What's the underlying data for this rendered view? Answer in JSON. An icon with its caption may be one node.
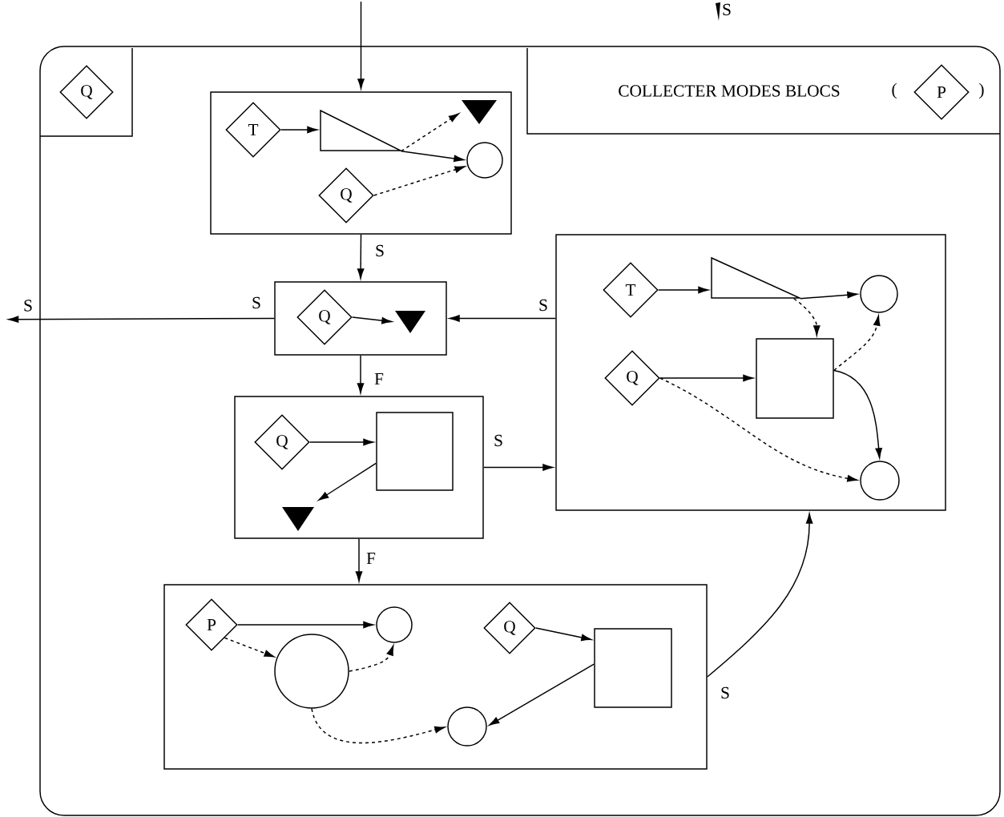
{
  "diagram": {
    "nodes": [
      {
        "text": [],
        "shape": "box"
      },
      {
        "text": [
          "Q"
        ],
        "in": 0
      },
      {
        "text": [
          "COLLECTER MODES BLOCS",
          "(",
          ")"
        ],
        "in": 0
      },
      {
        "text": [
          "P"
        ],
        "in": 2
      },
      {
        "text": [],
        "shape": "box",
        "in": 0
      },
      {
        "text": [
          "T"
        ],
        "in": 4
      },
      {
        "text": [],
        "shape": "triangle",
        "in": 4
      },
      {
        "text": [],
        "shape": "triangle",
        "in": 4
      },
      {
        "text": [],
        "shape": "circle",
        "in": 4
      },
      {
        "text": [
          "Q"
        ],
        "in": 4
      },
      {
        "text": [],
        "shape": "box",
        "in": 0
      },
      {
        "text": [
          "Q"
        ],
        "in": 10
      },
      {
        "text": [],
        "shape": "triangle",
        "in": 10
      },
      {
        "text": [],
        "shape": "box",
        "in": 0
      },
      {
        "text": [
          "Q"
        ],
        "in": 13
      },
      {
        "text": [],
        "shape": "box",
        "in": 13
      },
      {
        "text": [],
        "shape": "triangle",
        "in": 13
      },
      {
        "text": [],
        "shape": "box",
        "in": 0
      },
      {
        "text": [
          "P"
        ],
        "in": 17
      },
      {
        "text": [],
        "shape": "circle",
        "in": 17
      },
      {
        "text": [],
        "shape": "circle",
        "in": 17
      },
      {
        "text": [
          "Q"
        ],
        "in": 17
      },
      {
        "text": [],
        "shape": "box",
        "in": 17
      },
      {
        "text": [],
        "shape": "circle",
        "in": 17
      },
      {
        "text": [],
        "shape": "box",
        "in": 0
      },
      {
        "text": [
          "T"
        ],
        "in": 24
      },
      {
        "text": [],
        "shape": "triangle",
        "in": 24
      },
      {
        "text": [],
        "shape": "circle",
        "in": 24
      },
      {
        "text": [
          "Q"
        ],
        "in": 24
      },
      {
        "text": [],
        "shape": "box",
        "in": 24
      },
      {
        "text": [],
        "shape": "circle",
        "in": 24
      },
      {
        "text": [
          "S"
        ]
      }
    ],
    "edges": [
      {
        "from": null,
        "to": 4,
        "arrow": "to"
      },
      {
        "from": 4,
        "to": 10,
        "arrow": "to",
        "label": "S"
      },
      {
        "from": 10,
        "to": 31,
        "arrow": "to",
        "label": "S"
      },
      {
        "from": 24,
        "to": 10,
        "arrow": "to",
        "label": "S"
      },
      {
        "from": 10,
        "to": 13,
        "arrow": "to",
        "label": "F"
      },
      {
        "from": 13,
        "to": 24,
        "arrow": "to",
        "label": "S"
      },
      {
        "from": 13,
        "to": 17,
        "arrow": "to",
        "label": "F"
      },
      {
        "from": 17,
        "to": 24,
        "arrow": "to",
        "label": "S"
      },
      {
        "from": 5,
        "to": 6,
        "arrow": "to"
      },
      {
        "from": 6,
        "to": 7,
        "arrow": "to",
        "style": "dashed"
      },
      {
        "from": 6,
        "to": 8,
        "arrow": "to"
      },
      {
        "from": 9,
        "to": 8,
        "arrow": "to",
        "style": "dashed"
      },
      {
        "from": 11,
        "to": 12,
        "arrow": "to"
      },
      {
        "from": 14,
        "to": 15,
        "arrow": "to"
      },
      {
        "from": 15,
        "to": 16,
        "arrow": "to"
      },
      {
        "from": 18,
        "to": 19,
        "arrow": "to"
      },
      {
        "from": 18,
        "to": 20,
        "arrow": "to",
        "style": "dashed"
      },
      {
        "from": 20,
        "to": 19,
        "arrow": "to",
        "style": "dashed"
      },
      {
        "from": 21,
        "to": 22,
        "arrow": "to"
      },
      {
        "from": 22,
        "to": 23,
        "arrow": "to"
      },
      {
        "from": 20,
        "to": 23,
        "arrow": "to",
        "style": "dashed"
      },
      {
        "from": 25,
        "to": 26,
        "arrow": "to"
      },
      {
        "from": 26,
        "to": 27,
        "arrow": "to"
      },
      {
        "from": 26,
        "to": 29,
        "arrow": "to",
        "style": "dashed"
      },
      {
        "from": 29,
        "to": 27,
        "arrow": "to",
        "style": "dashed"
      },
      {
        "from": 28,
        "to": 29,
        "arrow": "to"
      },
      {
        "from": 28,
        "to": 30,
        "arrow": "to",
        "style": "dashed"
      },
      {
        "from": 29,
        "to": 30,
        "arrow": "to"
      }
    ],
    "labels": [
      "S"
    ]
  }
}
